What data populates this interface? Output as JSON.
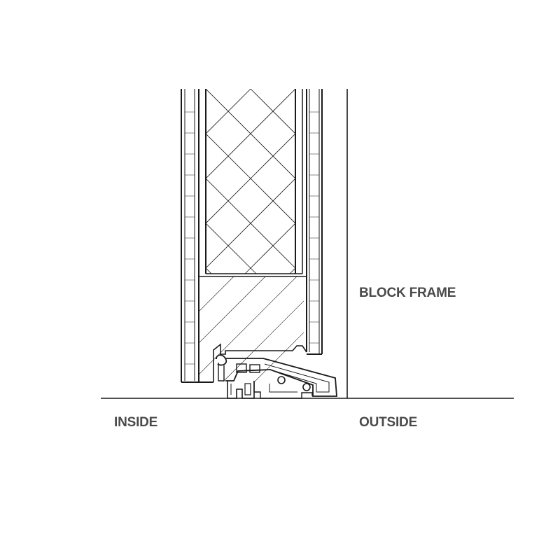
{
  "labels": {
    "block_frame": "BLOCK FRAME",
    "inside": "INSIDE",
    "outside": "OUTSIDE"
  },
  "colors": {
    "line": "#1a1a1a",
    "label_text": "#4a4a4a",
    "background": "#ffffff"
  }
}
